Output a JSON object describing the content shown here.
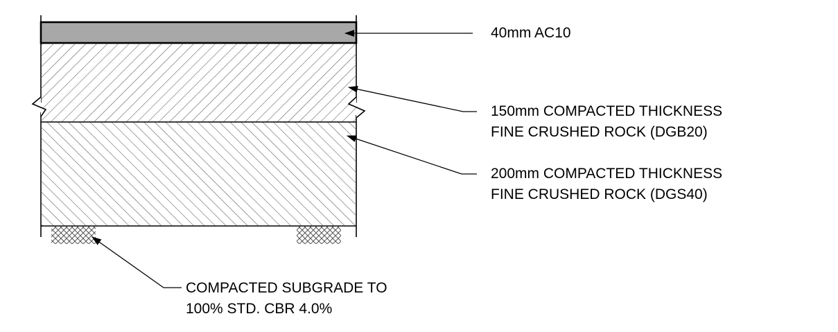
{
  "diagram": {
    "layers": [
      {
        "id": "ac10",
        "hatch": "solid",
        "lines": [
          "40mm AC10"
        ]
      },
      {
        "id": "dgb20",
        "hatch": "diagonal-backslash",
        "lines": [
          "150mm COMPACTED THICKNESS",
          "FINE CRUSHED ROCK (DGB20)"
        ]
      },
      {
        "id": "dgs40",
        "hatch": "diagonal-slash",
        "lines": [
          "200mm COMPACTED THICKNESS",
          "FINE CRUSHED ROCK (DGS40)"
        ]
      },
      {
        "id": "subgrade",
        "hatch": "crosshatch",
        "lines": [
          "COMPACTED SUBGRADE TO",
          "100% STD. CBR 4.0%"
        ]
      }
    ],
    "colors": {
      "asphalt": "#a8a8a8",
      "line": "#000000",
      "hatch": "#555555"
    }
  }
}
